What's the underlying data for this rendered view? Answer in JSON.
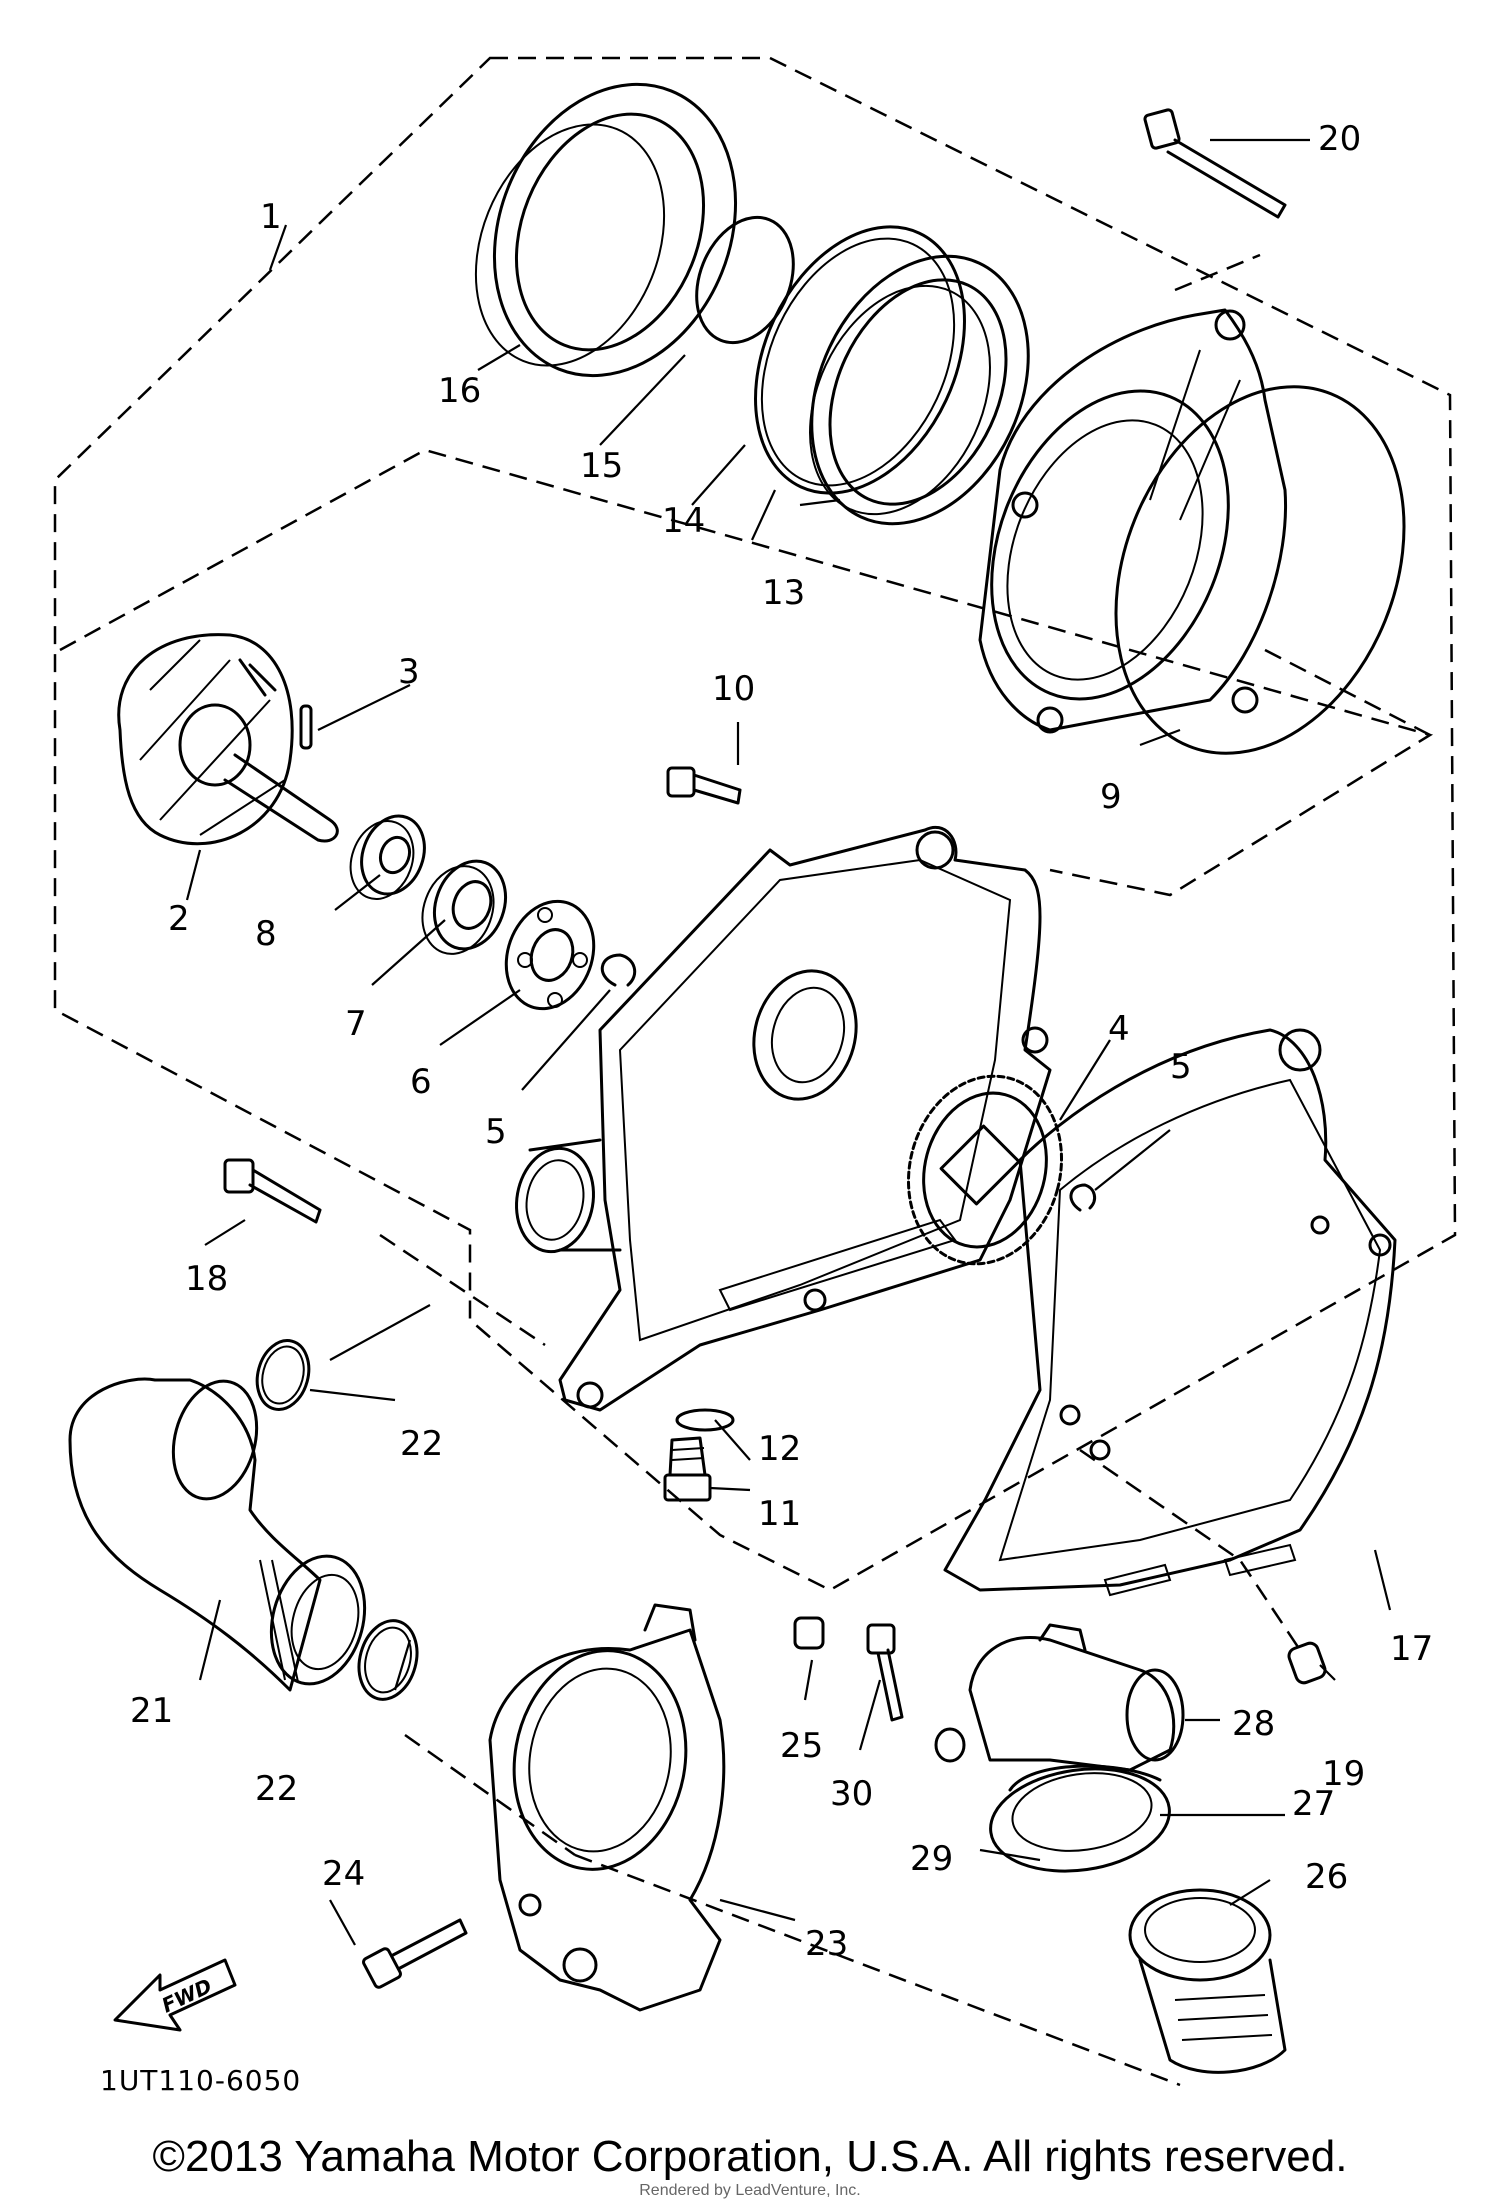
{
  "diagram_code": "1UT110-6050",
  "copyright": "©2013 Yamaha Motor Corporation, U.S.A. All rights reserved.",
  "rendered_by": "Rendered by LeadVenture, Inc.",
  "fwd_label": "FWD",
  "callouts": {
    "p1": "1",
    "p2": "2",
    "p3": "3",
    "p4": "4",
    "p5a": "5",
    "p5b": "5",
    "p6": "6",
    "p7": "7",
    "p8": "8",
    "p9": "9",
    "p10": "10",
    "p11": "11",
    "p12": "12",
    "p13": "13",
    "p14": "14",
    "p15": "15",
    "p16": "16",
    "p17": "17",
    "p18": "18",
    "p19": "19",
    "p20": "20",
    "p21": "21",
    "p22a": "22",
    "p22b": "22",
    "p23": "23",
    "p24": "24",
    "p25": "25",
    "p26": "26",
    "p27": "27",
    "p28": "28",
    "p29": "29",
    "p30": "30"
  }
}
